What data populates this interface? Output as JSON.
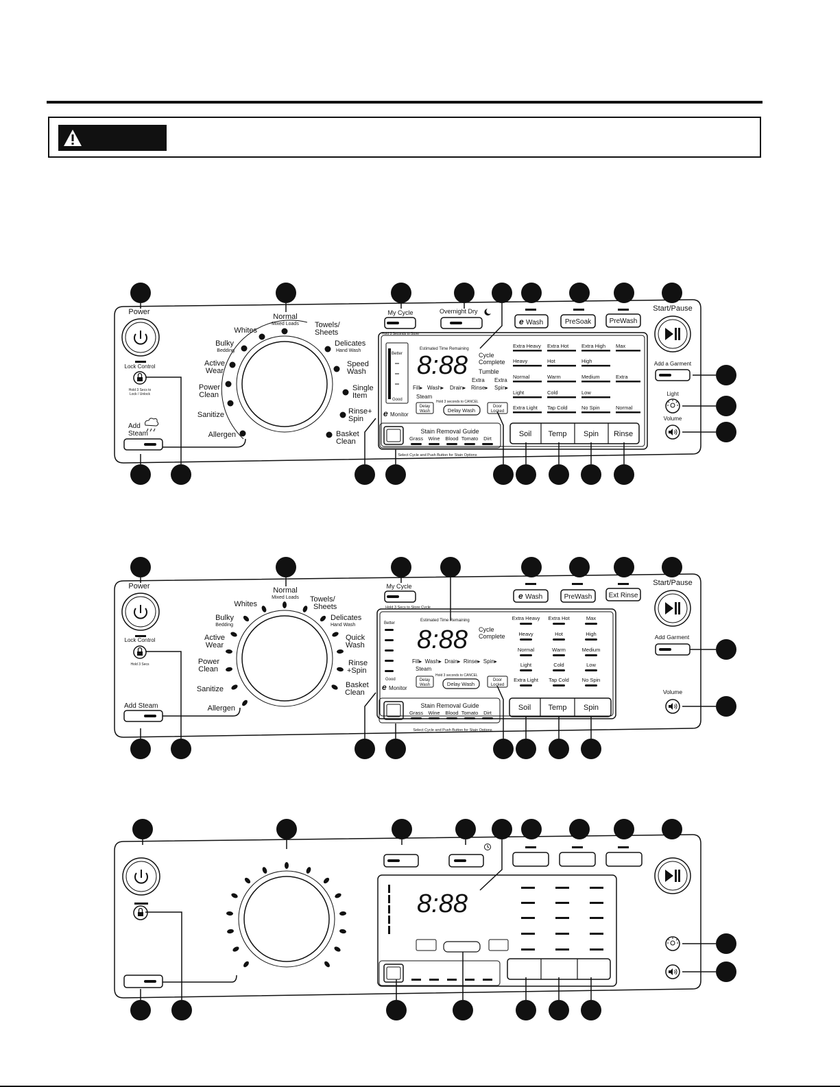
{
  "colors": {
    "ink": "#111111",
    "paper": "#ffffff"
  },
  "icons": [
    "warning-triangle-icon",
    "power-icon",
    "lock-icon",
    "steam-icon",
    "moon-icon",
    "play-pause-icon",
    "light-bulb-icon",
    "volume-icon"
  ],
  "panel1": {
    "power": "Power",
    "lock_control": "Lock Control",
    "lock_hint_1": "Hold 3 Secs to",
    "lock_hint_2": "Lock / Unlock",
    "add_steam_1": "Add",
    "add_steam_2": "Steam",
    "cycles": {
      "normal": "Normal",
      "normal_sub": "Mixed Loads",
      "whites": "Whites",
      "bulky": "Bulky",
      "bulky_sub": "Bedding",
      "active_1": "Active",
      "active_2": "Wear",
      "power_1": "Power",
      "power_2": "Clean",
      "sanitize": "Sanitize",
      "allergen": "Allergen",
      "towels_1": "Towels/",
      "towels_2": "Sheets",
      "delicates": "Delicates",
      "delicates_sub": "Hand Wash",
      "speed_1": "Speed",
      "speed_2": "Wash",
      "single_1": "Single",
      "single_2": "Item",
      "rinse_1": "Rinse+",
      "rinse_2": "Spin",
      "basket_1": "Basket",
      "basket_2": "Clean"
    },
    "my_cycle": "My Cycle",
    "my_cycle_hint": "Hold 3 Seconds to Store",
    "overnight_dry": "Overnight Dry",
    "ewash": "Wash",
    "presoak": "PreSoak",
    "prewash": "PreWash",
    "start_pause": "Start/Pause",
    "add_garment": "Add a Garment",
    "light": "Light",
    "volume": "Volume",
    "emonitor_better": "Better",
    "emonitor_good": "Good",
    "emonitor": "Monitor",
    "est_time": "Estimated Time Remaining",
    "digits": "8:88",
    "cycle_1": "Cycle",
    "cycle_2": "Complete",
    "tumble": "Tumble",
    "stage_fill": "Fill▸",
    "stage_wash": "Wash▸",
    "stage_drain": "Drain▸",
    "stage_rinse_1": "Extra",
    "stage_rinse_2": "Rinse▸",
    "stage_spin_1": "Extra",
    "stage_spin_2": "Spin▸",
    "steam": "Steam",
    "hold_cancel": "Hold 3 seconds to CANCEL",
    "delay_1": "Delay",
    "delay_2": "Wash",
    "delay_wash": "Delay Wash",
    "door_1": "Door",
    "door_2": "Locked",
    "stain_title": "Stain Removal Guide",
    "stains": [
      "Grass",
      "Wine",
      "Blood",
      "Tomato",
      "Dirt"
    ],
    "stain_hint": "Select Cycle and Push Button for Stain Options",
    "soil": [
      "Extra Heavy",
      "Heavy",
      "Normal",
      "Light",
      "Extra Light"
    ],
    "temp": [
      "Extra Hot",
      "Hot",
      "Warm",
      "Cold",
      "Tap Cold"
    ],
    "spin": [
      "Extra High",
      "High",
      "Medium",
      "Low",
      "No Spin"
    ],
    "rinse": [
      "Max",
      "Extra",
      "Normal"
    ],
    "btn_soil": "Soil",
    "btn_temp": "Temp",
    "btn_spin": "Spin",
    "btn_rinse": "Rinse"
  },
  "panel2": {
    "power": "Power",
    "lock_control": "Lock Control",
    "lock_hint": "Hold 3 Secs",
    "add_steam": "Add Steam",
    "cycles": {
      "normal": "Normal",
      "normal_sub": "Mixed Loads",
      "whites": "Whites",
      "bulky": "Bulky",
      "bulky_sub": "Bedding",
      "active_1": "Active",
      "active_2": "Wear",
      "power_1": "Power",
      "power_2": "Clean",
      "sanitize": "Sanitize",
      "allergen": "Allergen",
      "towels_1": "Towels/",
      "towels_2": "Sheets",
      "delicates": "Delicates",
      "delicates_sub": "Hand Wash",
      "quick_1": "Quick",
      "quick_2": "Wash",
      "rinse_1": "Rinse",
      "rinse_2": "+Spin",
      "basket_1": "Basket",
      "basket_2": "Clean"
    },
    "my_cycle": "My Cycle",
    "my_cycle_hint": "Hold 3 Secs to Store Cycle",
    "ewash": "Wash",
    "prewash": "PreWash",
    "ext_rinse": "Ext Rinse",
    "start_pause": "Start/Pause",
    "add_garment": "Add Garment",
    "volume": "Volume",
    "emonitor_better": "Better",
    "emonitor_good": "Good",
    "emonitor": "Monitor",
    "est_time": "Estimated Time Remaining",
    "digits": "8:88",
    "cycle_1": "Cycle",
    "cycle_2": "Complete",
    "stages": "Fill▸  Wash▸  Drain▸  Rinse▸  Spin▸",
    "steam": "Steam",
    "hold_cancel": "Hold 3 seconds to CANCEL",
    "delay_1": "Delay",
    "delay_2": "Wash",
    "delay_wash": "Delay Wash",
    "door_1": "Door",
    "door_2": "Locked",
    "stain_title": "Stain Removal Guide",
    "stains": [
      "Grass",
      "Wine",
      "Blood",
      "Tomato",
      "Dirt"
    ],
    "stain_hint": "Select Cycle and Push Button for Stain Options",
    "soil": [
      "Extra Heavy",
      "Heavy",
      "Normal",
      "Light",
      "Extra Light"
    ],
    "temp": [
      "Extra Hot",
      "Hot",
      "Warm",
      "Cold",
      "Tap Cold"
    ],
    "spin": [
      "Max",
      "High",
      "Medium",
      "Low",
      "No Spin"
    ],
    "btn_soil": "Soil",
    "btn_temp": "Temp",
    "btn_spin": "Spin"
  },
  "panel3": {
    "digits": "8:88"
  }
}
